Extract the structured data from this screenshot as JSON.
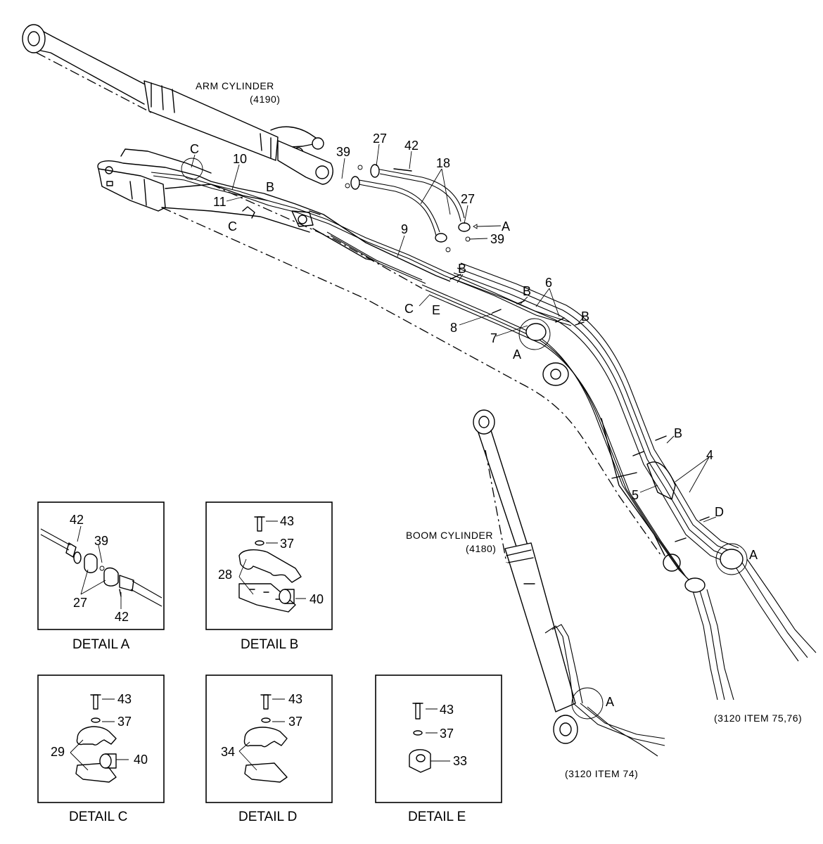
{
  "cylinders": {
    "arm_name": "ARM CYLINDER",
    "arm_code": "(4190)",
    "boom_name": "BOOM CYLINDER",
    "boom_code": "(4180)"
  },
  "references": {
    "items_75_76": "(3120 ITEM 75,76)",
    "item_74": "(3120 ITEM 74)"
  },
  "callouts": {
    "c_top": "C",
    "n10": "10",
    "n39a": "39",
    "n27a": "27",
    "n42": "42",
    "n18": "18",
    "n27b": "27",
    "a_top": "A",
    "n39b": "39",
    "n11": "11",
    "b1": "B",
    "c_mid": "C",
    "n9": "9",
    "b2": "B",
    "b3": "B",
    "n6": "6",
    "b4": "B",
    "c_low": "C",
    "e": "E",
    "n8": "8",
    "n7": "7",
    "a_mid": "A",
    "b5": "B",
    "n4": "4",
    "n5": "5",
    "d": "D",
    "a_right": "A",
    "a_boom": "A"
  },
  "details": [
    {
      "caption": "DETAIL A",
      "labels": [
        "42",
        "39",
        "27",
        "42"
      ]
    },
    {
      "caption": "DETAIL B",
      "labels": [
        "43",
        "37",
        "28",
        "40"
      ]
    },
    {
      "caption": "DETAIL C",
      "labels": [
        "43",
        "37",
        "29",
        "40"
      ]
    },
    {
      "caption": "DETAIL D",
      "labels": [
        "43",
        "37",
        "34"
      ]
    },
    {
      "caption": "DETAIL E",
      "labels": [
        "43",
        "37",
        "33"
      ]
    }
  ]
}
